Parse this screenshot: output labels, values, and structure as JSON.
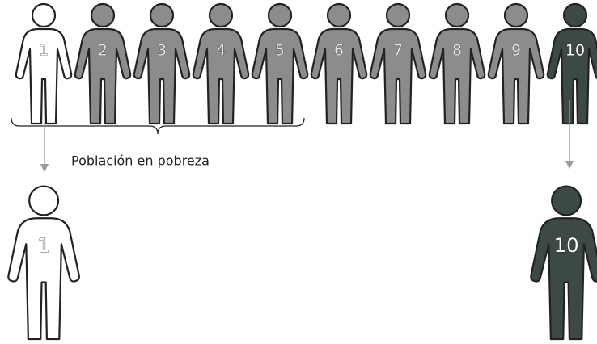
{
  "colors": {
    "outline": "#222222",
    "poor_fill": "#ffffff",
    "middle_fill": "#8c8c8c",
    "rich_fill": "#3d4a43",
    "arrow": "#9a9a9a"
  },
  "people": [
    {
      "label": "1",
      "group": "poor"
    },
    {
      "label": "2",
      "group": "middle"
    },
    {
      "label": "3",
      "group": "middle"
    },
    {
      "label": "4",
      "group": "middle"
    },
    {
      "label": "5",
      "group": "middle"
    },
    {
      "label": "6",
      "group": "middle"
    },
    {
      "label": "7",
      "group": "middle"
    },
    {
      "label": "8",
      "group": "middle"
    },
    {
      "label": "9",
      "group": "middle"
    },
    {
      "label": "10",
      "group": "rich"
    }
  ],
  "bracket_label": "Población en pobreza",
  "highlight": [
    {
      "label": "1",
      "group": "poor"
    },
    {
      "label": "10",
      "group": "rich"
    }
  ]
}
